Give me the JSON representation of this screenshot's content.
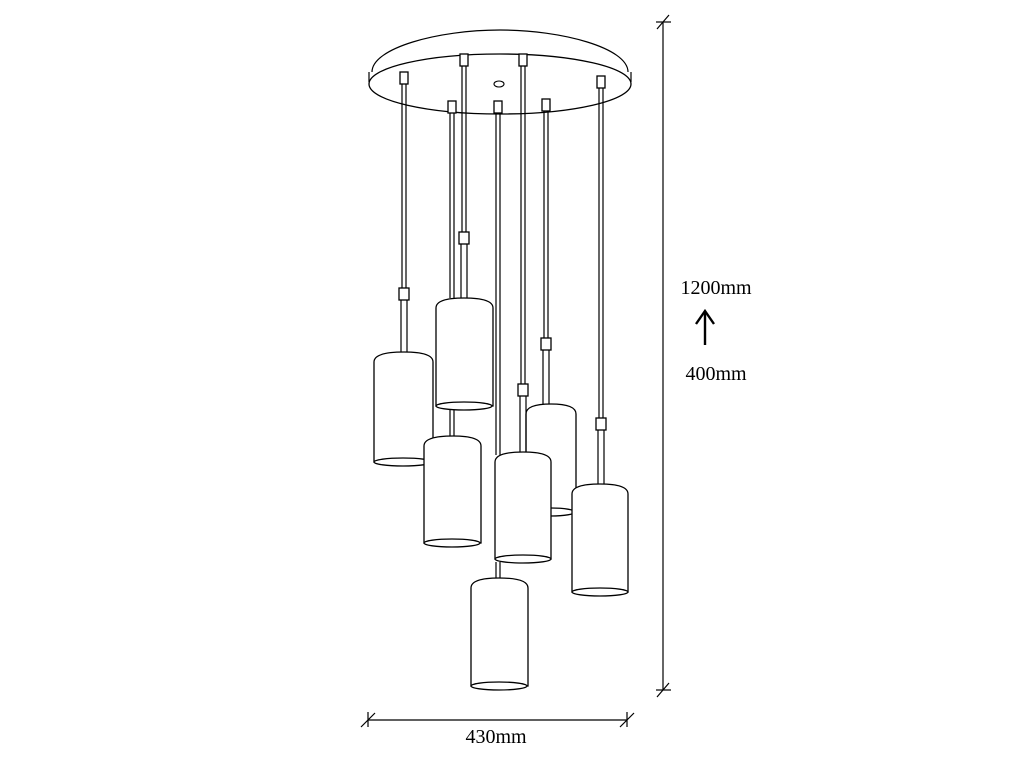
{
  "dimensions": {
    "height_max": "1200mm",
    "height_min": "400mm",
    "width": "430mm"
  },
  "colors": {
    "line": "#000000",
    "background": "#ffffff"
  },
  "icons": {
    "range_arrow": "arrow-up-icon"
  }
}
